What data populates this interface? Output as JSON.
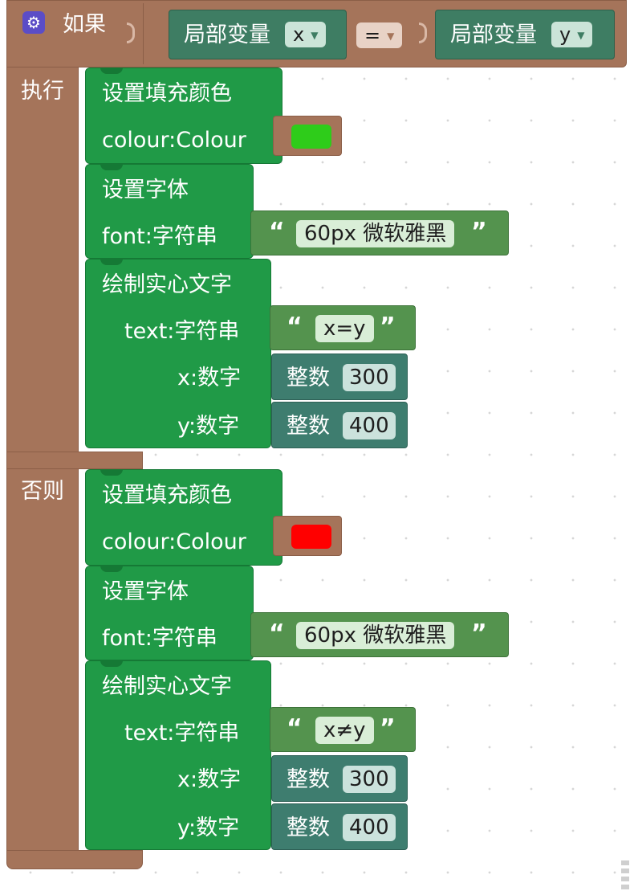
{
  "if_block": {
    "if_label": "如果",
    "do_label": "执行",
    "else_label": "否则",
    "gear_icon": "gear-icon",
    "condition": {
      "left_var": {
        "label": "局部变量",
        "value": "x"
      },
      "operator": "=",
      "right_var": {
        "label": "局部变量",
        "value": "y"
      }
    }
  },
  "do_branch": {
    "fill": {
      "label": "设置填充颜色",
      "param": "colour:Colour",
      "color": "#2ecc1a"
    },
    "font": {
      "label": "设置字体",
      "param": "font:字符串",
      "value": "60px 微软雅黑"
    },
    "draw": {
      "label": "绘制实心文字",
      "text_param": "text:字符串",
      "text_value": "x=y",
      "x_param": "x:数字",
      "x_type": "整数",
      "x_value": "300",
      "y_param": "y:数字",
      "y_type": "整数",
      "y_value": "400"
    }
  },
  "else_branch": {
    "fill": {
      "label": "设置填充颜色",
      "param": "colour:Colour",
      "color": "#ff0000"
    },
    "font": {
      "label": "设置字体",
      "param": "font:字符串",
      "value": "60px 微软雅黑"
    },
    "draw": {
      "label": "绘制实心文字",
      "text_param": "text:字符串",
      "text_value": "x≠y",
      "x_param": "x:数字",
      "x_type": "整数",
      "x_value": "300",
      "y_param": "y:数字",
      "y_type": "整数",
      "y_value": "400"
    }
  },
  "quote_open": "“",
  "quote_close": "”"
}
